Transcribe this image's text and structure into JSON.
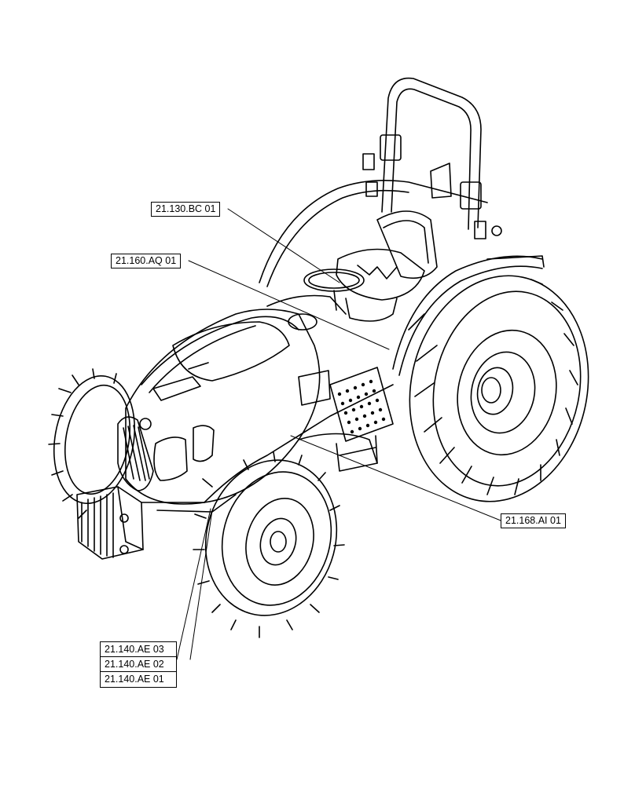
{
  "callouts": {
    "seat_decal": "21.130.BC 01",
    "hood_decal": "21.160.AQ 01",
    "step_decal": "21.168.AI 01",
    "side_decals": [
      "21.140.AE 03",
      "21.140.AE 02",
      "21.140.AE 01"
    ]
  },
  "illustration": {
    "subject": "tractor-isometric-line-drawing",
    "colors": {
      "line": "#000000",
      "background": "#ffffff"
    }
  }
}
